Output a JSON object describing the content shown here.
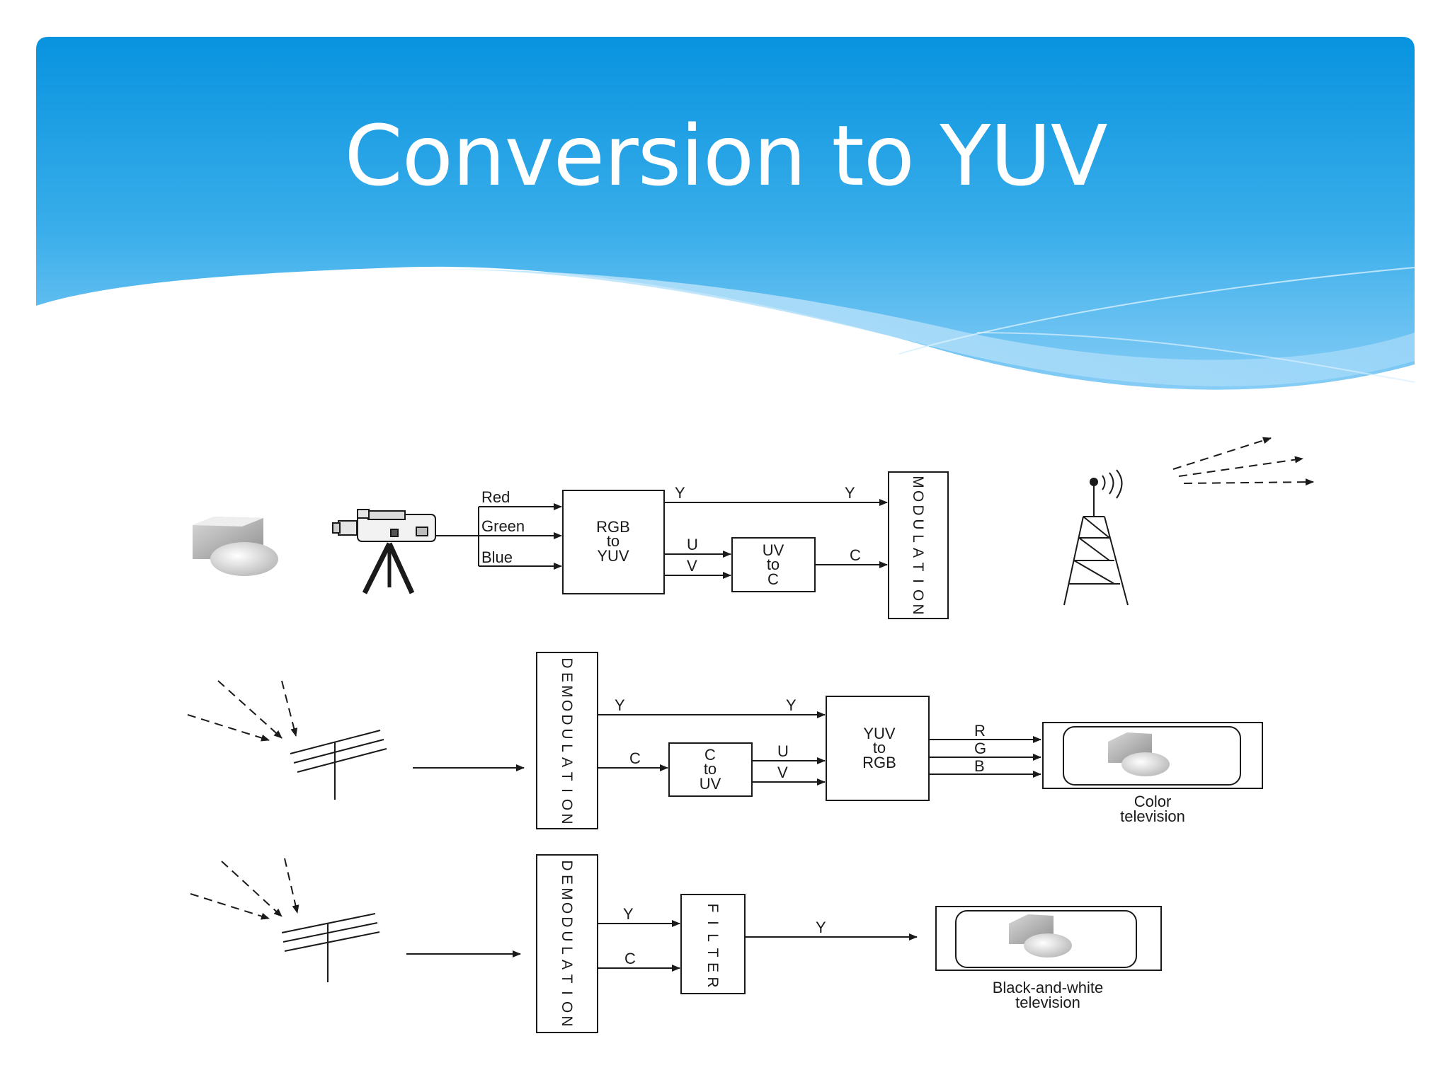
{
  "slide": {
    "title": "Conversion to YUV",
    "header_color_top": "#0b95e0",
    "header_color_bottom": "#8dd0f7"
  },
  "diagram": {
    "transmitter": {
      "signals": {
        "red": "Red",
        "green": "Green",
        "blue": "Blue"
      },
      "rgb_to_yuv": [
        "RGB",
        "to",
        "YUV"
      ],
      "y_label_1": "Y",
      "y_label_2": "Y",
      "u_label": "U",
      "v_label": "V",
      "uv_to_c": [
        "UV",
        "to",
        "C"
      ],
      "c_label": "C",
      "modulation": [
        "M",
        "O",
        "D",
        "U",
        "L",
        "A",
        "T",
        "I",
        "O",
        "N"
      ]
    },
    "color_receiver": {
      "demodulation": [
        "D",
        "E",
        "M",
        "O",
        "D",
        "U",
        "L",
        "A",
        "T",
        "I",
        "O",
        "N"
      ],
      "y_label_1": "Y",
      "y_label_2": "Y",
      "c_label": "C",
      "c_to_uv": [
        "C",
        "to",
        "UV"
      ],
      "u_label": "U",
      "v_label": "V",
      "yuv_to_rgb": [
        "YUV",
        "to",
        "RGB"
      ],
      "r_label": "R",
      "g_label": "G",
      "b_label": "B",
      "tv_caption": [
        "Color",
        "television"
      ]
    },
    "bw_receiver": {
      "demodulation": [
        "D",
        "E",
        "M",
        "O",
        "D",
        "U",
        "L",
        "A",
        "T",
        "I",
        "O",
        "N"
      ],
      "y_label_1": "Y",
      "c_label": "C",
      "filter": [
        "F",
        "I",
        "L",
        "T",
        "E",
        "R"
      ],
      "y_label_2": "Y",
      "tv_caption": [
        "Black-and-white",
        "television"
      ]
    }
  }
}
